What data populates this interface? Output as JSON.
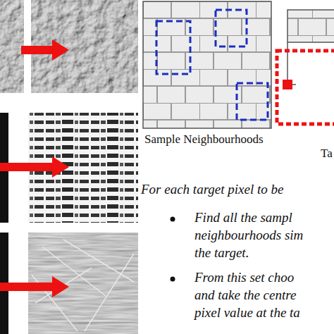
{
  "diagram": {
    "labels": [
      "Sample Neighbourhoods",
      "Ta",
      "For each target pixel to be",
      "Find all the sampl",
      "neighbourhoods sim",
      "the target.",
      "From this set choo",
      "and take the centre",
      "pixel value at the ta"
    ]
  }
}
